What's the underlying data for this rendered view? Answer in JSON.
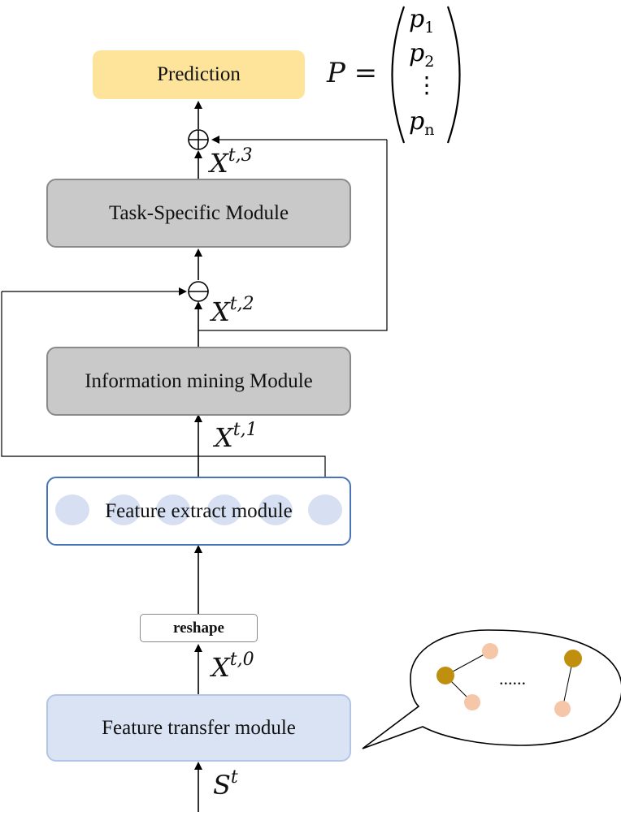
{
  "modules": {
    "prediction": "Prediction",
    "task_specific": "Task-Specific Module",
    "info_mining": "Information mining Module",
    "feature_extract": "Feature extract module",
    "reshape": "reshape",
    "feature_transfer": "Feature transfer module"
  },
  "variables": {
    "x_symbol": "X",
    "x3_sup": "t,3",
    "x2_sup": "t,2",
    "x1_sup": "t,1",
    "x0_sup": "t,0",
    "s_symbol": "S",
    "s_sup": "t"
  },
  "output_vector": {
    "lhs": "P =",
    "entries": [
      "p",
      "p",
      "⋮",
      "p"
    ],
    "subscripts": [
      "1",
      "2",
      "",
      "n"
    ]
  },
  "graph_bubble": {
    "ellipsis": "......"
  },
  "operators": {
    "plus": "⊕",
    "minus": "⊖"
  },
  "colors": {
    "prediction_fill": "#fde49a",
    "module_fill": "#c9c9c9",
    "extract_border": "#4a74b8",
    "transfer_fill": "#d9e3f3",
    "node_gold": "#c08f0e",
    "node_peach": "#f6c6a8",
    "neuron_fill": "#d6e0f2"
  }
}
